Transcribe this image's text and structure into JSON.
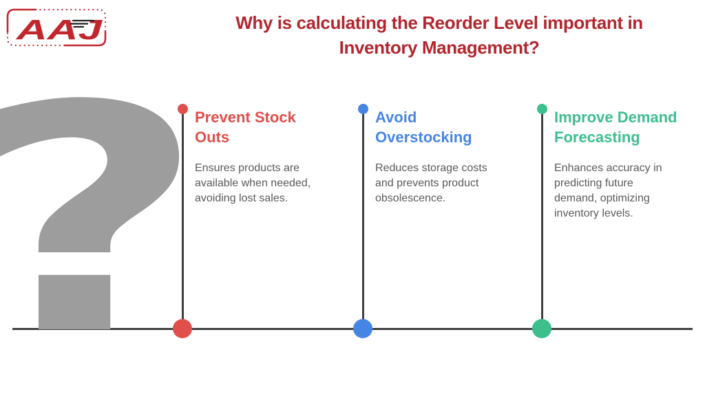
{
  "logo": {
    "text": "AAJ",
    "color": "#C1272D",
    "speed_line_color": "#1E1E1E"
  },
  "header": {
    "title_line1": "Why is calculating the Reorder Level important in",
    "title_line2": "Inventory Management?",
    "color": "#B3262E"
  },
  "question_mark": {
    "glyph": "?",
    "color": "#9D9D9D"
  },
  "timeline": {
    "line_color": "#3F3F3F"
  },
  "columns": [
    {
      "id": "prevent-stock-outs",
      "heading": "Prevent Stock Outs",
      "description": "Ensures products are available when needed, avoiding lost sales.",
      "accent_color": "#E04F4B"
    },
    {
      "id": "avoid-overstocking",
      "heading": "Avoid Overstocking",
      "description": "Reduces storage costs and prevents product obsolescence.",
      "accent_color": "#4785E4"
    },
    {
      "id": "improve-demand-forecasting",
      "heading": "Improve Demand Forecasting",
      "description": "Enhances accuracy in predicting future demand, optimizing inventory levels.",
      "accent_color": "#3DBE8D"
    }
  ]
}
